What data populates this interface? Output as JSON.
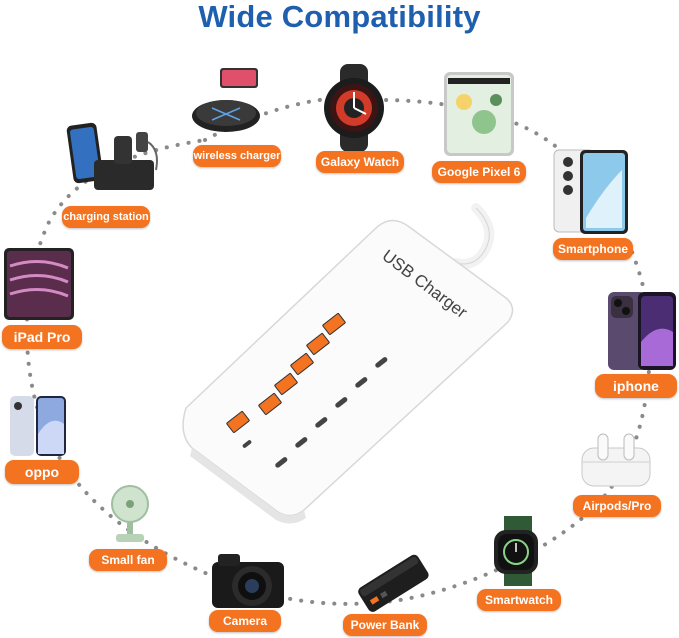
{
  "title": "Wide Compatibility",
  "center_product": {
    "label": "USB Charger"
  },
  "devices": [
    {
      "id": "wireless-charger",
      "label": "wireless charger",
      "icon": "wireless-charger-icon"
    },
    {
      "id": "galaxy-watch",
      "label": "Galaxy Watch",
      "icon": "smartwatch-round-icon"
    },
    {
      "id": "google-pixel-6",
      "label": "Google Pixel 6",
      "icon": "phone-icon"
    },
    {
      "id": "smartphone",
      "label": "Smartphone",
      "icon": "phone-icon"
    },
    {
      "id": "iphone",
      "label": "iphone",
      "icon": "phone-icon"
    },
    {
      "id": "airpods-pro",
      "label": "Airpods/Pro",
      "icon": "earbuds-case-icon"
    },
    {
      "id": "smartwatch",
      "label": "Smartwatch",
      "icon": "smartwatch-icon"
    },
    {
      "id": "power-bank",
      "label": "Power Bank",
      "icon": "power-bank-icon"
    },
    {
      "id": "camera",
      "label": "Camera",
      "icon": "camera-icon"
    },
    {
      "id": "small-fan",
      "label": "Small fan",
      "icon": "fan-icon"
    },
    {
      "id": "oppo",
      "label": "oppo",
      "icon": "phone-icon"
    },
    {
      "id": "ipad-pro",
      "label": "iPad Pro",
      "icon": "tablet-icon"
    },
    {
      "id": "charging-station",
      "label": "charging station",
      "icon": "charging-station-icon"
    }
  ],
  "colors": {
    "title": "#1e5fae",
    "label_bg": "#f37321",
    "label_text": "#ffffff",
    "dots": "#8a8a8a"
  }
}
